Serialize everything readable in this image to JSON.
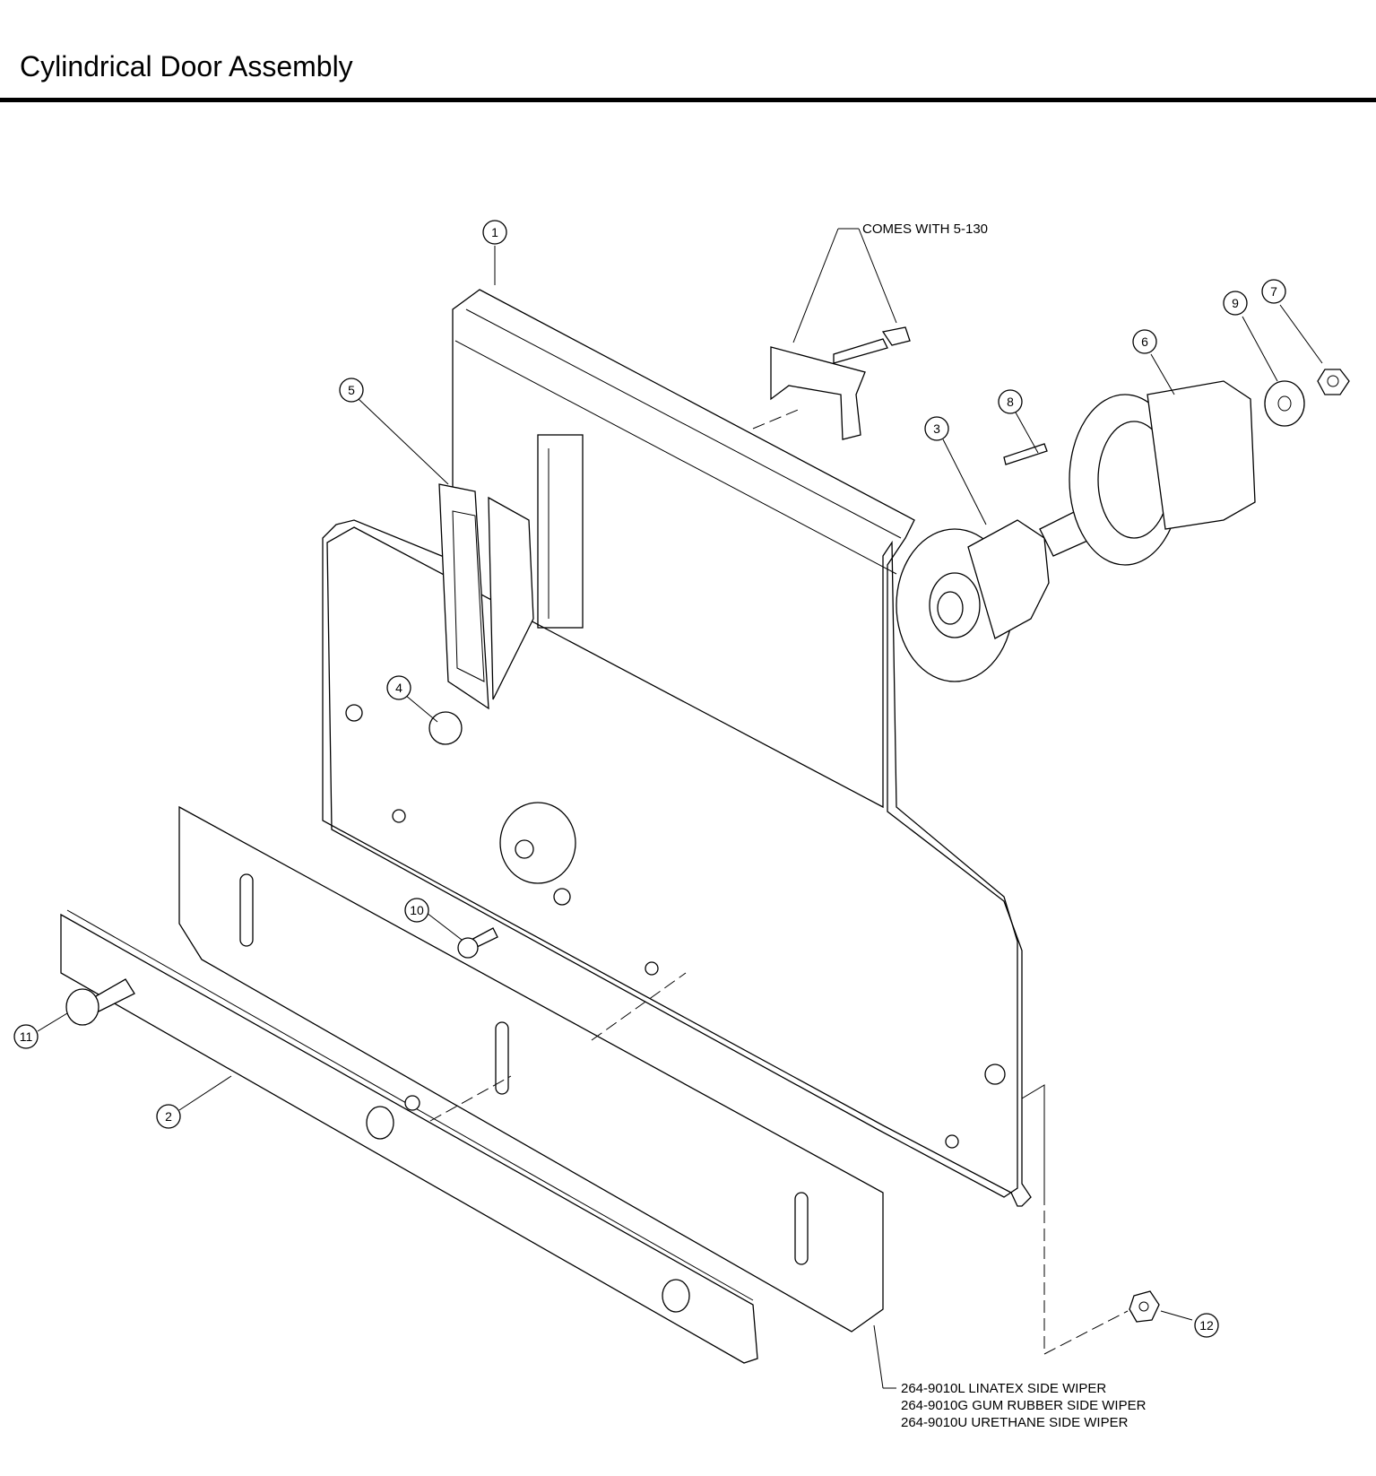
{
  "title": "Cylindrical Door Assembly",
  "note_comes_with": "COMES WITH 5-130",
  "callouts": [
    "1",
    "2",
    "3",
    "4",
    "5",
    "6",
    "7",
    "8",
    "9",
    "10",
    "11",
    "12"
  ],
  "wiper_options": [
    "264-9010L LINATEX SIDE WIPER",
    "264-9010G GUM RUBBER SIDE WIPER",
    "264-9010U URETHANE SIDE WIPER"
  ]
}
